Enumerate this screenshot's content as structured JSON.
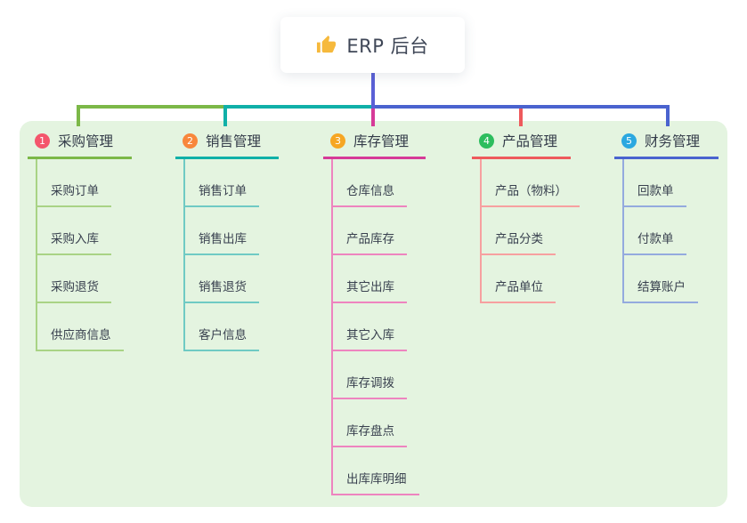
{
  "root": {
    "label": "ERP 后台",
    "icon": "thumbs-up-icon"
  },
  "colors": {
    "panel_background": "#e4f4e0",
    "root_connector": "#5a60d6",
    "card_background": "#ffffff"
  },
  "branches": [
    {
      "badge": "1",
      "label": "采购管理",
      "badge_color": "#f4566c",
      "line_color": "#7cb848",
      "item_line_color": "#a9d385",
      "items": [
        "采购订单",
        "采购入库",
        "采购退货",
        "供应商信息"
      ]
    },
    {
      "badge": "2",
      "label": "销售管理",
      "badge_color": "#f8873c",
      "line_color": "#10b0a8",
      "item_line_color": "#6fcac4",
      "items": [
        "销售订单",
        "销售出库",
        "销售退货",
        "客户信息"
      ]
    },
    {
      "badge": "3",
      "label": "库存管理",
      "badge_color": "#f6a623",
      "line_color": "#d63a98",
      "item_line_color": "#ee84bf",
      "items": [
        "仓库信息",
        "产品库存",
        "其它出库",
        "其它入库",
        "库存调拨",
        "库存盘点",
        "出库库明细"
      ]
    },
    {
      "badge": "4",
      "label": "产品管理",
      "badge_color": "#2dbd5e",
      "line_color": "#ee5a5c",
      "item_line_color": "#f7a0a0",
      "items": [
        "产品（物料）",
        "产品分类",
        "产品单位"
      ]
    },
    {
      "badge": "5",
      "label": "财务管理",
      "badge_color": "#2ba8e0",
      "line_color": "#4a63cf",
      "item_line_color": "#94aade",
      "items": [
        "回款单",
        "付款单",
        "结算账户"
      ]
    }
  ]
}
